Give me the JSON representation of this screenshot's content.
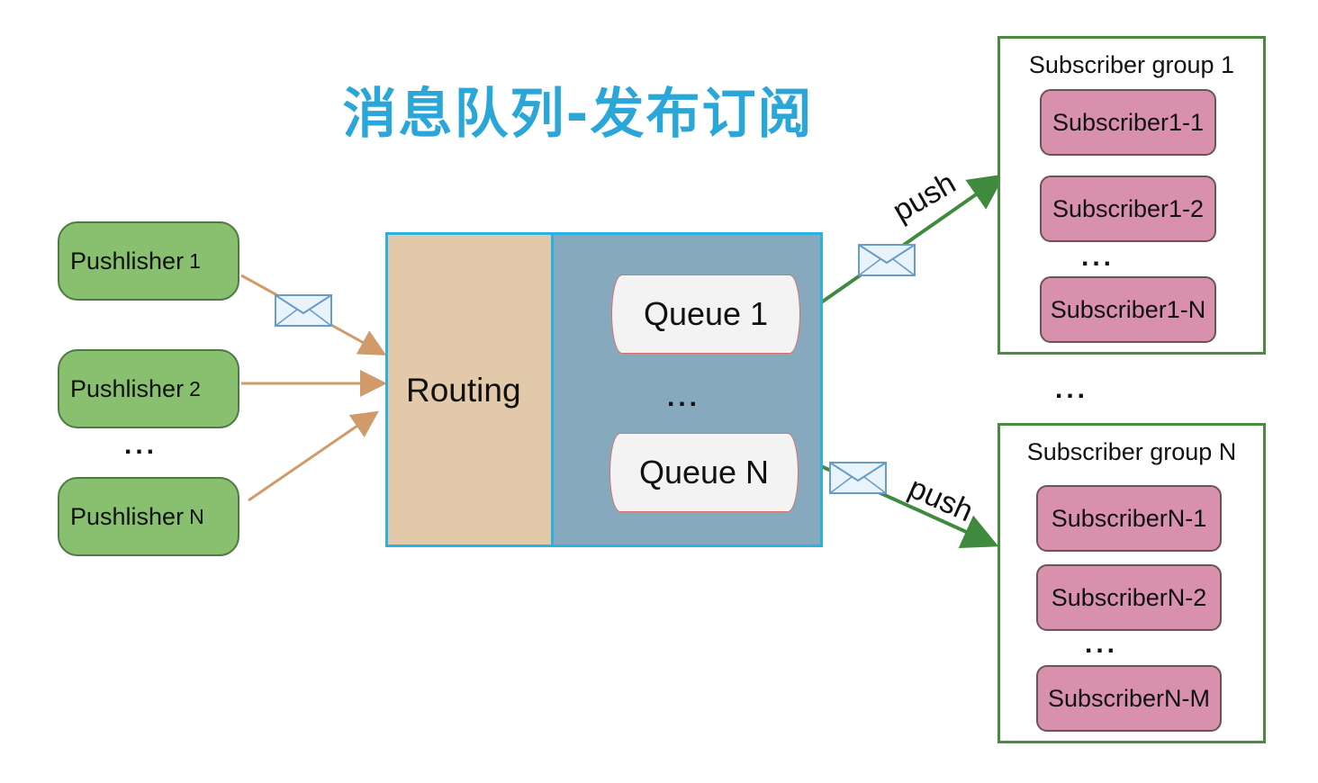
{
  "title": "消息队列-发布订阅",
  "publishers": [
    {
      "label": "Pushlisher",
      "num": "1"
    },
    {
      "label": "Pushlisher",
      "num": "2"
    },
    {
      "label": "Pushlisher",
      "num": "N"
    }
  ],
  "ellipsis": "...",
  "router": {
    "routing_label": "Routing",
    "queues": [
      "Queue 1",
      "Queue N"
    ]
  },
  "push_label": "push",
  "groups": [
    {
      "title": "Subscriber group 1",
      "subscribers": [
        "Subscriber1-1",
        "Subscriber1-2",
        "Subscriber1-N"
      ]
    },
    {
      "title": "Subscriber group N",
      "subscribers": [
        "SubscriberN-1",
        "SubscriberN-2",
        "SubscriberN-M"
      ]
    }
  ],
  "colors": {
    "publisher": "#88c070",
    "routing": "#e2c9a9",
    "queues_area": "#86a9be",
    "subscriber": "#d890ad",
    "group_border": "#4a8a3e",
    "arrow_in": "#d09a6a",
    "arrow_out": "#3f8a3e",
    "title": "#2aa6d8"
  }
}
